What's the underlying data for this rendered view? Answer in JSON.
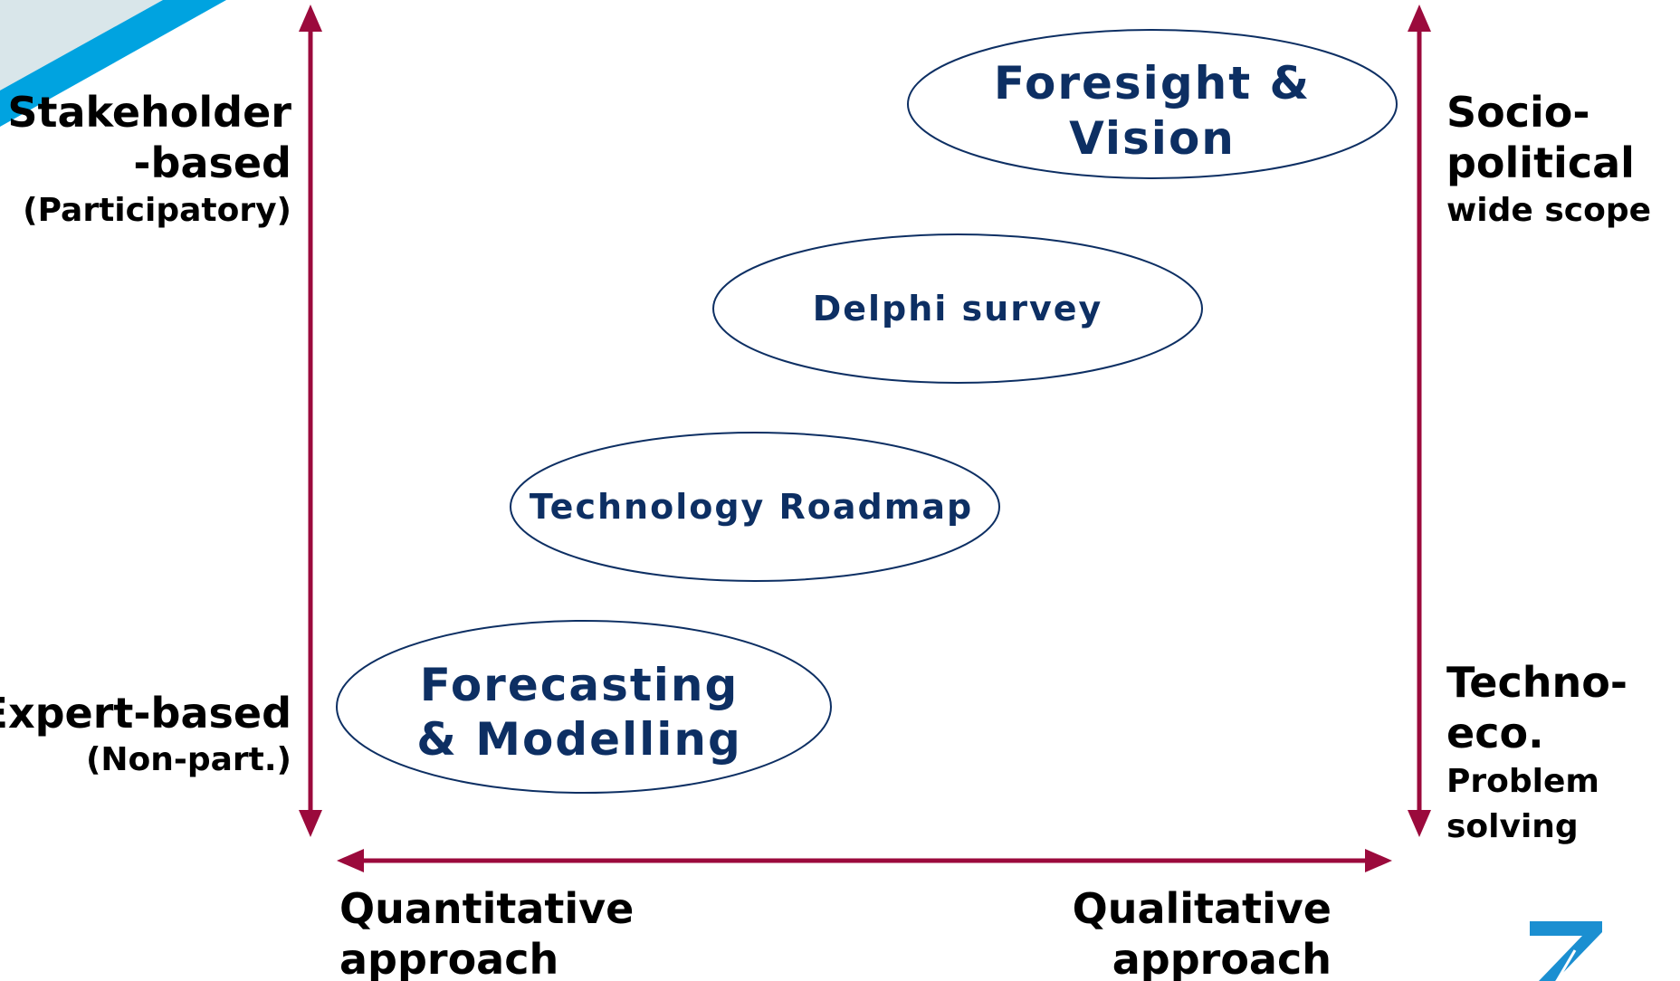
{
  "left_axis": {
    "top_label_line1": "Stakeholder",
    "top_label_line2": "-based",
    "top_label_sub": "(Participatory)",
    "bottom_label": "Expert-based",
    "bottom_label_sub": "(Non-part.)"
  },
  "right_axis": {
    "top_label_line1": "Socio-",
    "top_label_line2": "political",
    "top_label_sub": "wide scope",
    "bottom_label_line1": "Techno-",
    "bottom_label_line2": "eco.",
    "bottom_label_sub1": "Problem",
    "bottom_label_sub2": "solving"
  },
  "bottom_axis": {
    "left_label_line1": "Quantitative",
    "left_label_line2": "approach",
    "right_label_line1": "Qualitative",
    "right_label_line2": "approach"
  },
  "methods": {
    "foresight_line1": "Foresight &",
    "foresight_line2": "Vision",
    "delphi": "Delphi survey",
    "roadmap": "Technology Roadmap",
    "forecasting_line1": "Forecasting",
    "forecasting_line2": "& Modelling"
  },
  "colors": {
    "axis": "#9b0a3c",
    "ellipse_stroke": "#0d2f63",
    "ellipse_text": "#0d2f63",
    "corner_stripe": "#00a3e0",
    "logo": "#1b8fd1"
  },
  "icons": {
    "logo": "fp7-logo-icon",
    "corner": "corner-stripe-decoration"
  }
}
